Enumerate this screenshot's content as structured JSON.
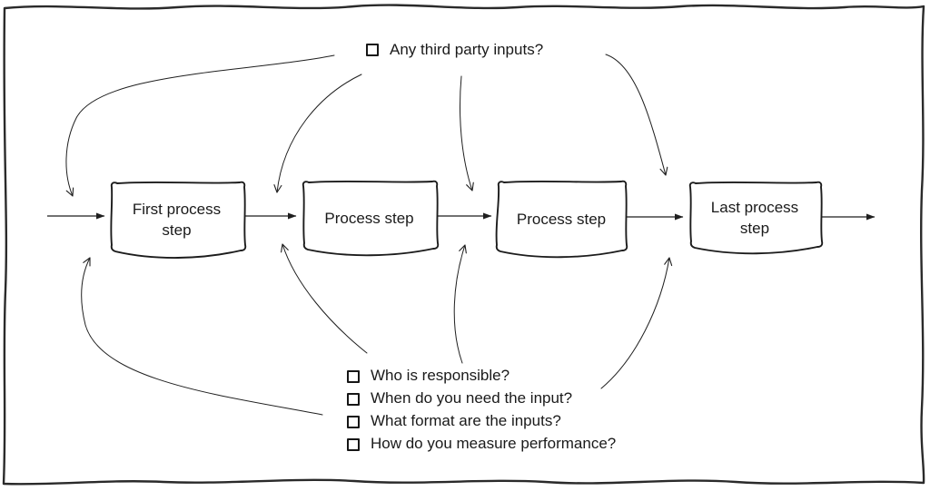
{
  "top_question": {
    "text": "Any third party inputs?"
  },
  "steps": [
    {
      "label": "First process step"
    },
    {
      "label": "Process step"
    },
    {
      "label": "Process step"
    },
    {
      "label": "Last process step"
    }
  ],
  "bottom_questions": {
    "items": [
      "Who is responsible?",
      "When do you need the input?",
      "What format are the inputs?",
      "How do you measure performance?"
    ]
  },
  "icons": {
    "bullet": "hollow-square-checkbox"
  },
  "colors": {
    "line": "#1f1f1f",
    "text": "#1a1a1a",
    "background": "#ffffff"
  }
}
